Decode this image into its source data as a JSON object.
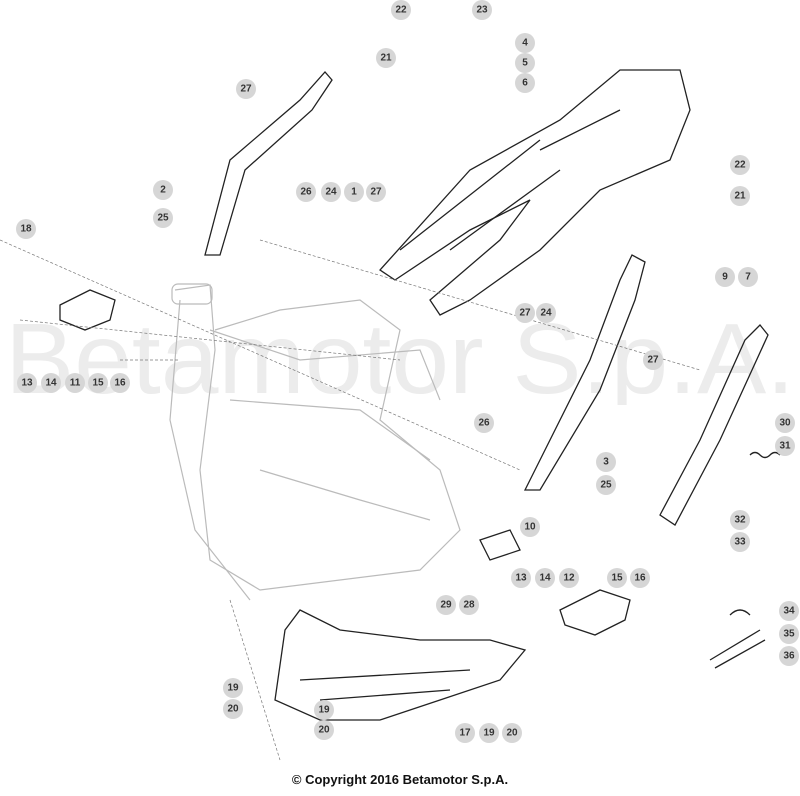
{
  "watermark": "Betamotor S.p.A.",
  "copyright": "© Copyright 2016 Betamotor S.p.A.",
  "callouts": [
    "22",
    "23",
    "4",
    "5",
    "6",
    "21",
    "27",
    "2",
    "25",
    "26",
    "24",
    "1",
    "27",
    "18",
    "22",
    "21",
    "9",
    "7",
    "13",
    "14",
    "11",
    "15",
    "16",
    "27",
    "24",
    "27",
    "26",
    "30",
    "31",
    "3",
    "25",
    "32",
    "33",
    "10",
    "13",
    "14",
    "12",
    "15",
    "16",
    "29",
    "28",
    "34",
    "35",
    "36",
    "19",
    "20",
    "19",
    "20",
    "17",
    "19",
    "20"
  ]
}
